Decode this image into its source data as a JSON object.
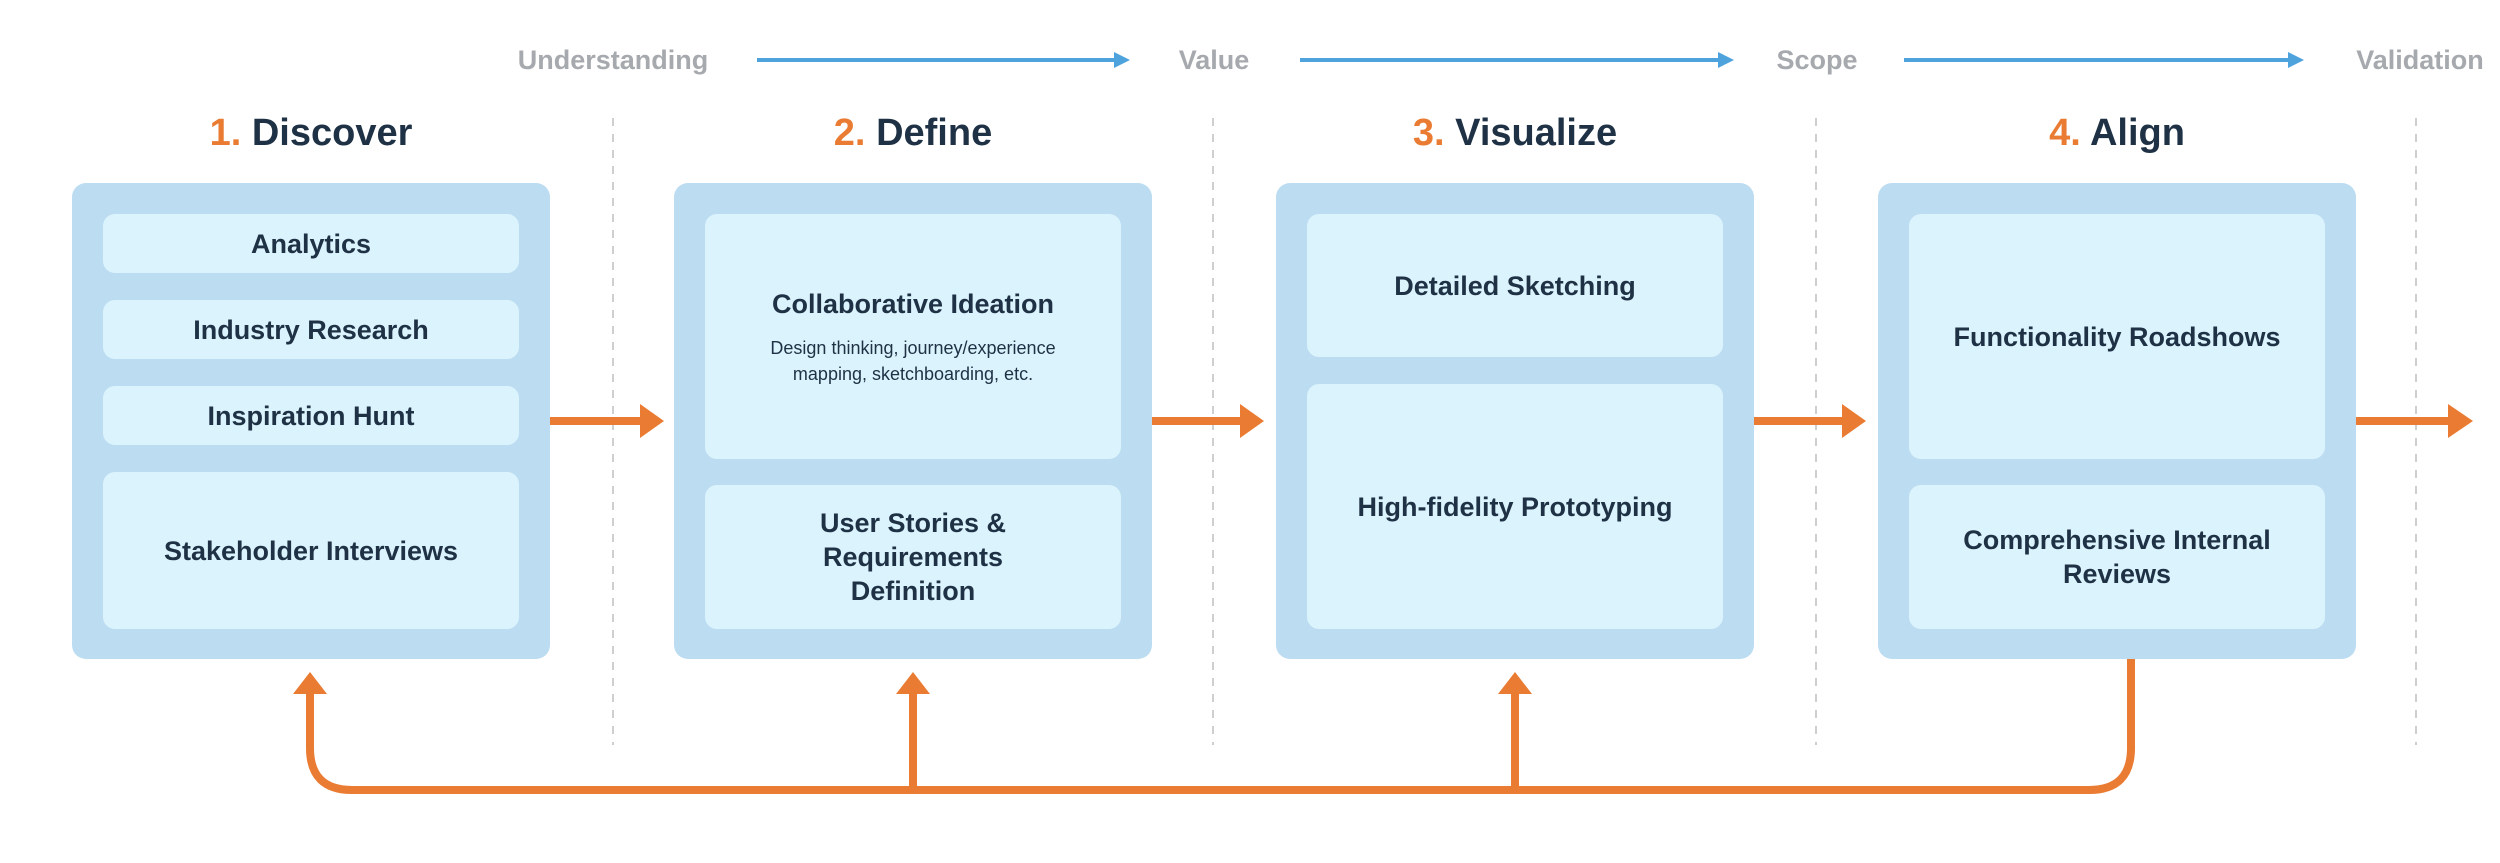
{
  "stages": [
    "Understanding",
    "Value",
    "Scope",
    "Validation"
  ],
  "phases": [
    {
      "num": "1.",
      "name": "Discover",
      "cards": [
        {
          "title": "Analytics"
        },
        {
          "title": "Industry Research"
        },
        {
          "title": "Inspiration Hunt"
        },
        {
          "title": "Stakeholder Interviews"
        }
      ]
    },
    {
      "num": "2.",
      "name": "Define",
      "cards": [
        {
          "title": "Collaborative Ideation",
          "sub": "Design thinking, journey/experience mapping, sketchboarding, etc."
        },
        {
          "title": "User Stories & Requirements Definition"
        }
      ]
    },
    {
      "num": "3.",
      "name": "Visualize",
      "cards": [
        {
          "title": "Detailed Sketching"
        },
        {
          "title": "High-fidelity Prototyping"
        }
      ]
    },
    {
      "num": "4.",
      "name": "Align",
      "cards": [
        {
          "title": "Functionality Roadshows"
        },
        {
          "title": "Comprehensive Internal Reviews"
        }
      ]
    }
  ],
  "colors": {
    "accent_orange": "#ea7b32",
    "arrow_blue": "#4fa3dc",
    "panel_blue": "#bcdcf1",
    "card_blue": "#dbf3fc",
    "text_dark": "#1e3145",
    "stage_gray": "#a6a9ad"
  }
}
